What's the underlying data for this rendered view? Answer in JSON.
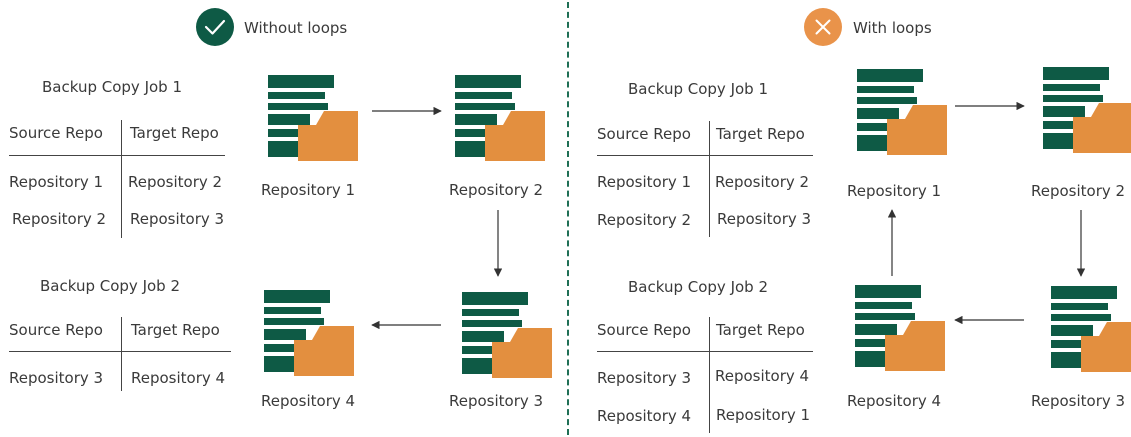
{
  "colors": {
    "repo_green": "#0e5a45",
    "folder_orange": "#e38f3f",
    "ok_badge": "#0e5a45",
    "error_badge": "#e9934a",
    "divider": "#1f6f55"
  },
  "left": {
    "status_icon": "check-icon",
    "heading": "Without  loops",
    "job1": {
      "title": "Backup Copy Job 1",
      "col_source": "Source Repo",
      "col_target": "Target Repo",
      "rows": [
        {
          "source": "Repository 1",
          "target": "Repository 2"
        },
        {
          "source": "Repository 2",
          "target": "Repository 3"
        }
      ]
    },
    "job2": {
      "title": "Backup Copy Job 2",
      "col_source": "Source Repo",
      "col_target": "Target Repo",
      "rows": [
        {
          "source": "Repository 3",
          "target": "Repository 4"
        }
      ]
    },
    "repos": [
      "Repository 1",
      "Repository 2",
      "Repository 3",
      "Repository 4"
    ]
  },
  "right": {
    "status_icon": "cross-icon",
    "heading": "With loops",
    "job1": {
      "title": "Backup Copy Job 1",
      "col_source": "Source Repo",
      "col_target": "Target Repo",
      "rows": [
        {
          "source": "Repository 1",
          "target": "Repository 2"
        },
        {
          "source": "Repository 2",
          "target": "Repository 3"
        }
      ]
    },
    "job2": {
      "title": "Backup Copy Job 2",
      "col_source": "Source Repo",
      "col_target": "Target Repo",
      "rows": [
        {
          "source": "Repository 3",
          "target": "Repository 4"
        },
        {
          "source": "Repository 4",
          "target": "Repository 1"
        }
      ]
    },
    "repos": [
      "Repository 1",
      "Repository 2",
      "Repository 3",
      "Repository 4"
    ]
  }
}
